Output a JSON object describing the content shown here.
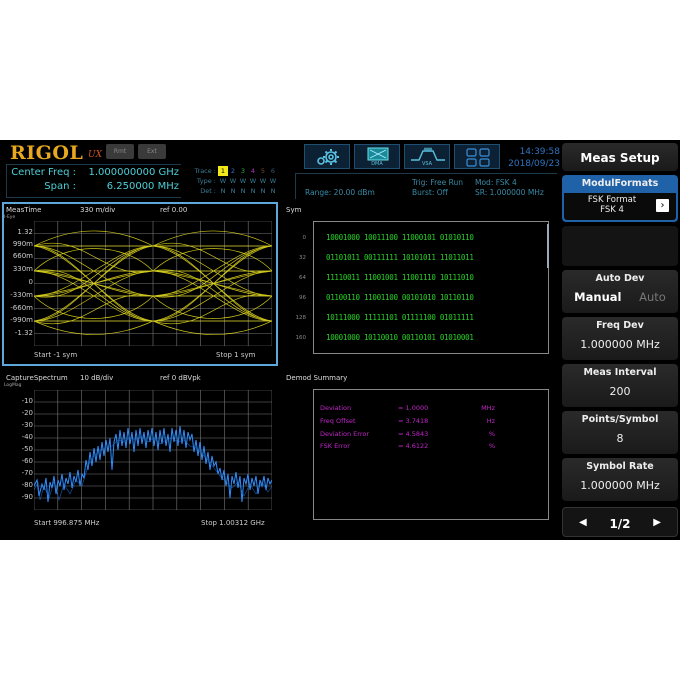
{
  "header": {
    "logo": "RIGOL",
    "logo_sub": "UX",
    "buttons": [
      {
        "label": "Rmt"
      },
      {
        "label": "Ext"
      }
    ],
    "center_freq_label": "Center Freq :",
    "center_freq_value": "1.000000000 GHz",
    "span_label": "Span :",
    "span_value": "6.250000 MHz",
    "trace": {
      "trace_label": "Trace :",
      "type_label": "Type :",
      "det_label": "Det :",
      "numbers": [
        "1",
        "2",
        "3",
        "4",
        "5",
        "6"
      ],
      "number_colors": [
        "#000000",
        "#2f6fd0",
        "#2aa84a",
        "#b532c8",
        "#7a4a2a",
        "#3a5a6a"
      ],
      "types": [
        "W",
        "W",
        "W",
        "W",
        "W",
        "W"
      ],
      "dets": [
        "N",
        "N",
        "N",
        "N",
        "N",
        "N"
      ]
    },
    "mode_buttons": [
      {
        "icon": "gear-icon",
        "label": ""
      },
      {
        "icon": "dma-icon",
        "label": "DMA"
      },
      {
        "icon": "vsa-icon",
        "label": "VSA"
      },
      {
        "icon": "layout-grid-icon",
        "label": ""
      }
    ],
    "time": "14:39:58",
    "date": "2018/09/23",
    "range": "Range: 20.00 dBm",
    "trig": "Trig: Free Run",
    "burst": "Burst: Off",
    "mod": "Mod: FSK 4",
    "sr": "SR: 1.000000 MHz"
  },
  "eye_panel": {
    "title": "MeasTime",
    "scale": "330 m/div",
    "ref": "ref 0.00",
    "sub": "I-Eye",
    "y_ticks": [
      "1.32",
      "990m",
      "660m",
      "330m",
      "0",
      "-330m",
      "-660m",
      "-990m",
      "-1.32"
    ],
    "start": "Start -1 sym",
    "stop": "Stop 1 sym"
  },
  "sym_panel": {
    "title": "Sym",
    "rows": [
      {
        "index": "0",
        "bits": "10001000  10011100  11000101  01010110"
      },
      {
        "index": "32",
        "bits": "01101011  00111111  10101011  11011011"
      },
      {
        "index": "64",
        "bits": "11110011  11001001  11001110  10111010"
      },
      {
        "index": "96",
        "bits": "01100110  11001100  00101010  10110110"
      },
      {
        "index": "128",
        "bits": "10111000  11111101  01111100  01011111"
      },
      {
        "index": "160",
        "bits": "10001000  10110010  00110101  01010001"
      }
    ]
  },
  "spectrum_panel": {
    "title": "CaptureSpectrum",
    "scale": "10 dB/div",
    "ref": "ref 0 dBVpk",
    "sub": "LogMag",
    "y_ticks": [
      "-10",
      "-20",
      "-30",
      "-40",
      "-50",
      "-60",
      "-70",
      "-80",
      "-90"
    ],
    "start": "Start 996.875 MHz",
    "stop": "Stop 1.00312 GHz"
  },
  "demod_panel": {
    "title": "Demod Summary",
    "rows": [
      {
        "name": "Deviation",
        "value": "= 1.0000",
        "unit": "MHz"
      },
      {
        "name": "Freq Offset",
        "value": "= 3.7418",
        "unit": "Hz"
      },
      {
        "name": "Deviation Error",
        "value": "= 4.5843",
        "unit": "%"
      },
      {
        "name": "FSK Error",
        "value": "= 4.6122",
        "unit": "%"
      }
    ]
  },
  "softkeys": {
    "title": "Meas Setup",
    "modul_formats": "ModulFormats",
    "fsk_format_label": "FSK Format",
    "fsk_format_value": "FSK 4",
    "auto_dev_label": "Auto Dev",
    "auto_dev_manual": "Manual",
    "auto_dev_auto": "Auto",
    "freq_dev_label": "Freq Dev",
    "freq_dev_value": "1.000000 MHz",
    "meas_interval_label": "Meas Interval",
    "meas_interval_value": "200",
    "points_symbol_label": "Points/Symbol",
    "points_symbol_value": "8",
    "symbol_rate_label": "Symbol Rate",
    "symbol_rate_value": "1.000000 MHz",
    "page": "1/2"
  },
  "colors": {
    "eye_trace": "#f2e81e",
    "spectrum_trace": "#2f8fff",
    "symbols": "#28d228",
    "demod": "#c026c8",
    "header_text": "#4cd0d8",
    "accent_blue": "#1f62a8"
  }
}
